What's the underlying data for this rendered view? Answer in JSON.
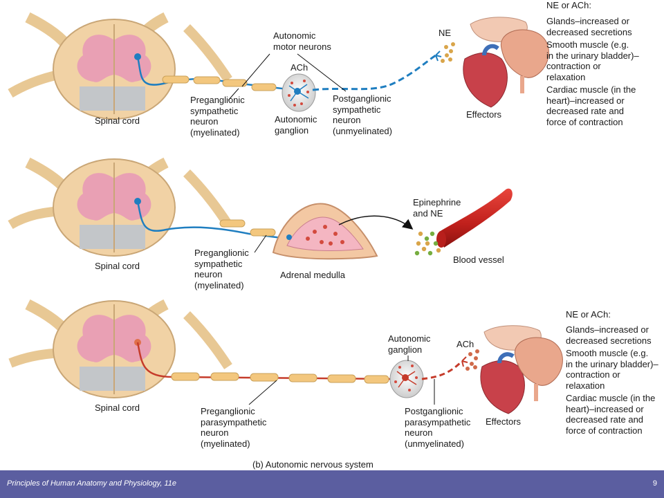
{
  "colors": {
    "sympathetic": "#1f7ec0",
    "parasympathetic": "#c53b2a",
    "gray_matter": "#e9a0b4",
    "white_matter": "#f1d2a5",
    "myelin": "#f3c77e",
    "footer_bg": "#5b5ea0"
  },
  "panel1": {
    "spinal_cord": "Spinal cord",
    "motor_neurons": "Autonomic\nmotor neurons",
    "ach": "ACh",
    "ne": "NE",
    "preganglionic": "Preganglionic\nsympathetic\nneuron\n(myelinated)",
    "ganglion": "Autonomic\nganglion",
    "postganglionic": "Postganglionic\nsympathetic\nneuron\n(unmyelinated)",
    "effectors": "Effectors",
    "effect_header": "NE or ACh:",
    "effects": [
      "Glands–increased or\ndecreased secretions",
      "Smooth muscle (e.g.\nin the urinary bladder)–\ncontraction or\nrelaxation",
      "Cardiac muscle (in the\nheart)–increased or\ndecreased rate and\nforce of contraction"
    ]
  },
  "panel2": {
    "spinal_cord": "Spinal cord",
    "preganglionic": "Preganglionic\nsympathetic\nneuron\n(myelinated)",
    "adrenal": "Adrenal medulla",
    "hormones": "Epinephrine\nand NE",
    "blood_vessel": "Blood vessel"
  },
  "panel3": {
    "spinal_cord": "Spinal cord",
    "ganglion": "Autonomic\nganglion",
    "ach": "ACh",
    "preganglionic": "Preganglionic\nparasympathetic\nneuron\n(myelinated)",
    "postganglionic": "Postganglionic\nparasympathetic\nneuron\n(unmyelinated)",
    "effectors": "Effectors",
    "effect_header": "NE or ACh:",
    "effects": [
      "Glands–increased or\ndecreased secretions",
      "Smooth muscle (e.g.\nin the urinary bladder)–\ncontraction or\nrelaxation",
      "Cardiac muscle (in the\nheart)–increased or\ndecreased rate and\nforce of contraction"
    ]
  },
  "caption": "(b) Autonomic nervous system",
  "footer": {
    "title": "Principles of Human Anatomy and Physiology, 11e",
    "page": "9"
  }
}
